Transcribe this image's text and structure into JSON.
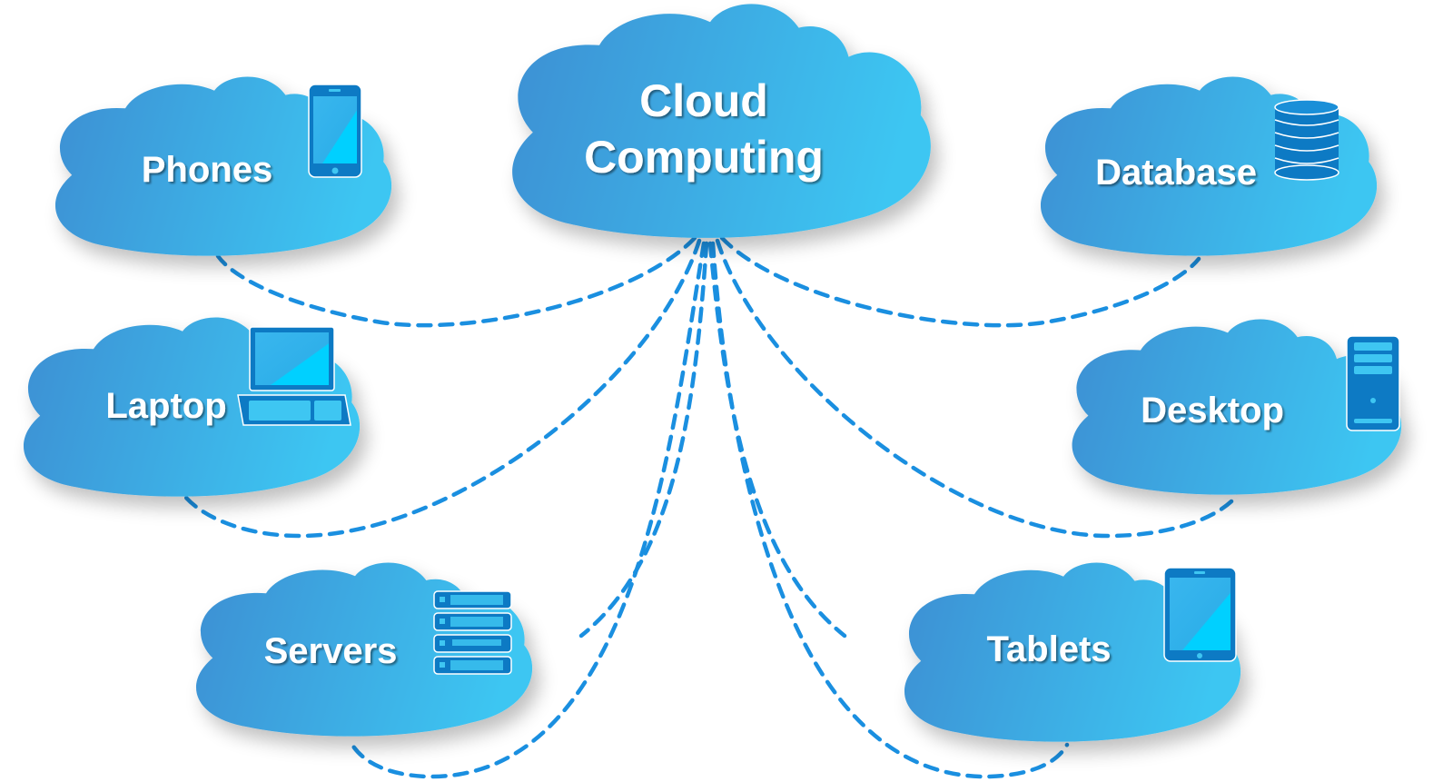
{
  "title": "Cloud Computing",
  "hub": {
    "line1": "Cloud",
    "line2": "Computing"
  },
  "nodes": [
    {
      "id": "phones",
      "label": "Phones",
      "icon": "smartphone-icon"
    },
    {
      "id": "laptop",
      "label": "Laptop",
      "icon": "laptop-icon"
    },
    {
      "id": "servers",
      "label": "Servers",
      "icon": "server-rack-icon"
    },
    {
      "id": "database",
      "label": "Database",
      "icon": "database-icon"
    },
    {
      "id": "desktop",
      "label": "Desktop",
      "icon": "desktop-tower-icon"
    },
    {
      "id": "tablets",
      "label": "Tablets",
      "icon": "tablet-icon"
    }
  ],
  "colors": {
    "cloud_left": "#3e8fd3",
    "cloud_right": "#3ec6f2",
    "connector": "#1a8fe0",
    "icon_dark": "#0d7ac4",
    "icon_light": "#3ec6f2",
    "text": "#ffffff"
  }
}
